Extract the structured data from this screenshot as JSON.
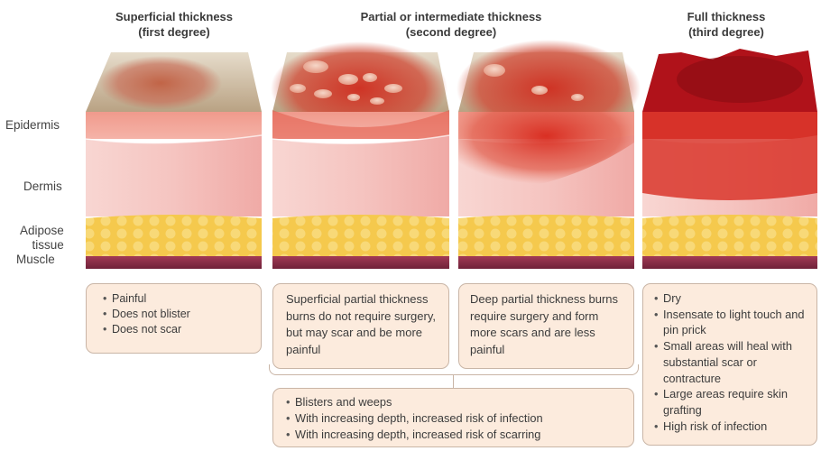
{
  "headings": {
    "first": [
      "Superficial thickness",
      "(first degree)"
    ],
    "second": [
      "Partial or intermediate thickness",
      "(second degree)"
    ],
    "third": [
      "Full thickness",
      "(third degree)"
    ]
  },
  "layers": {
    "epidermis": "Epidermis",
    "dermis": "Dermis",
    "adipose": [
      "Adipose",
      "tissue"
    ],
    "muscle": "Muscle"
  },
  "boxes": {
    "first_degree": [
      "Painful",
      "Does not blister",
      "Does not scar"
    ],
    "superficial_partial": "Superficial partial thickness burns do not require surgery, but may scar and be more painful",
    "deep_partial": "Deep partial thickness burns require surgery and form more scars and are less painful",
    "third_degree": [
      "Dry",
      "Insensate to light touch and pin prick",
      "Small areas will heal with substantial scar or contracture",
      "Large areas require skin grafting",
      "High risk of infection"
    ],
    "second_degree_shared": [
      "Blisters and weeps",
      "With increasing depth, increased risk of infection",
      "With increasing depth, increased risk of scarring"
    ]
  },
  "colors": {
    "top_surface": "#c9b59a",
    "epidermis": "#f2a79a",
    "dermis": "#f6c6c2",
    "adipose": "#f6cf5a",
    "muscle": "#8a2f4a",
    "burn_red": "#c41e1e",
    "box_fill": "#fcebdd",
    "box_border": "#c9b5a6"
  }
}
